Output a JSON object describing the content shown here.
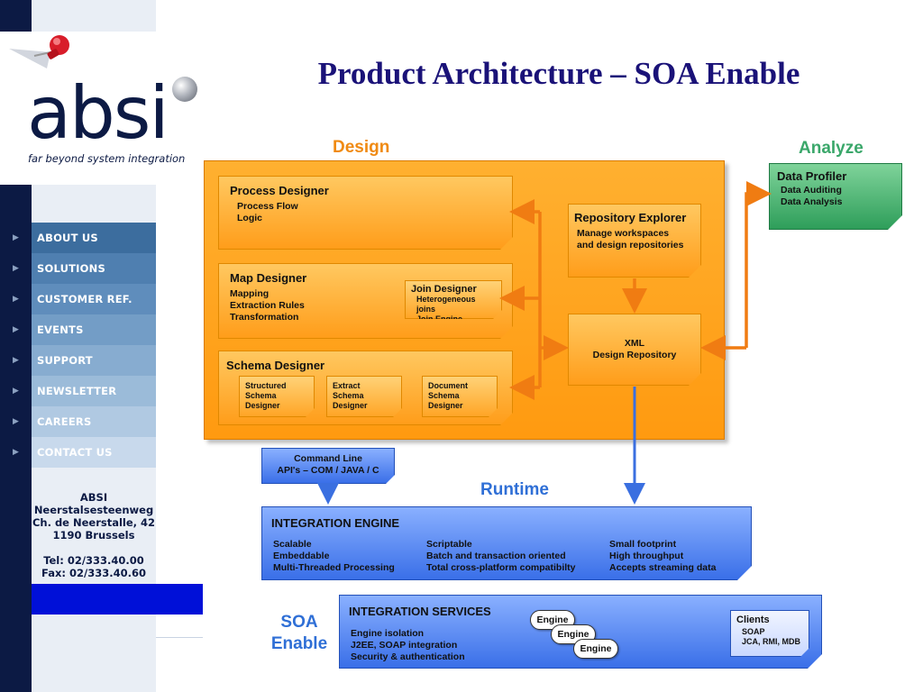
{
  "title": "Product Architecture – SOA Enable",
  "logo": {
    "name": "absi",
    "tagline": "far beyond system integration"
  },
  "nav": [
    {
      "label": "ABOUT US",
      "bg": "#3c6d9e"
    },
    {
      "label": "SOLUTIONS",
      "bg": "#4f7fb0"
    },
    {
      "label": "CUSTOMER REF.",
      "bg": "#5f8dbc"
    },
    {
      "label": "EVENTS",
      "bg": "#739dc6"
    },
    {
      "label": "SUPPORT",
      "bg": "#87acd0"
    },
    {
      "label": "NEWSLETTER",
      "bg": "#9bbbd9"
    },
    {
      "label": "CAREERS",
      "bg": "#b0c9e2"
    },
    {
      "label": "CONTACT US",
      "bg": "#c8d9ec"
    }
  ],
  "address": {
    "lines": [
      "ABSI",
      "Neerstalsesteenweg",
      "Ch. de Neerstalle, 42",
      "1190 Brussels"
    ],
    "tel": "Tel: 02/333.40.00",
    "fax": "Fax: 02/333.40.60"
  },
  "sections": {
    "design": "Design",
    "analyze": "Analyze",
    "runtime": "Runtime",
    "soa_line1": "SOA",
    "soa_line2": "Enable"
  },
  "design": {
    "process_designer": {
      "title": "Process Designer",
      "lines": [
        "Process Flow",
        "Logic"
      ]
    },
    "map_designer": {
      "title": "Map Designer",
      "lines": [
        "Mapping",
        "Extraction Rules",
        "Transformation"
      ]
    },
    "join_designer": {
      "title": "Join Designer",
      "lines": [
        "Heterogeneous joins",
        "Join Engine"
      ]
    },
    "schema_designer": {
      "title": "Schema Designer",
      "sub": [
        {
          "lines": [
            "Structured",
            "Schema",
            "Designer"
          ]
        },
        {
          "lines": [
            "Extract",
            "Schema",
            "Designer"
          ]
        },
        {
          "lines": [
            "Document",
            "Schema",
            "Designer"
          ]
        }
      ]
    },
    "repository_explorer": {
      "title": "Repository Explorer",
      "lines": [
        "Manage workspaces",
        "and design repositories"
      ]
    },
    "xml_repository": {
      "lines": [
        "XML",
        "Design Repository"
      ]
    }
  },
  "analyze": {
    "title": "Data Profiler",
    "lines": [
      "Data Auditing",
      "Data Analysis"
    ]
  },
  "command_line": {
    "lines": [
      "Command Line",
      "API's – COM / JAVA / C"
    ]
  },
  "integration_engine": {
    "title": "INTEGRATION ENGINE",
    "cols": [
      [
        "Scalable",
        "Embeddable",
        "Multi-Threaded Processing"
      ],
      [
        "Scriptable",
        "Batch and transaction oriented",
        "Total cross-platform compatibilty"
      ],
      [
        "Small footprint",
        "High throughput",
        "Accepts streaming data"
      ]
    ]
  },
  "integration_services": {
    "title": "INTEGRATION SERVICES",
    "lines": [
      "Engine isolation",
      "J2EE, SOAP integration",
      "Security & authentication"
    ],
    "engines": [
      "Engine",
      "Engine",
      "Engine"
    ],
    "clients": {
      "title": "Clients",
      "lines": [
        "SOAP",
        "JCA, RMI, MDB"
      ]
    }
  },
  "colors": {
    "title": "#1a1278",
    "design": "#f08a12",
    "analyze": "#3aa76a",
    "runtime": "#2f6fd6",
    "arrow_orange": "#f07c12",
    "arrow_blue": "#3a6fe0"
  }
}
